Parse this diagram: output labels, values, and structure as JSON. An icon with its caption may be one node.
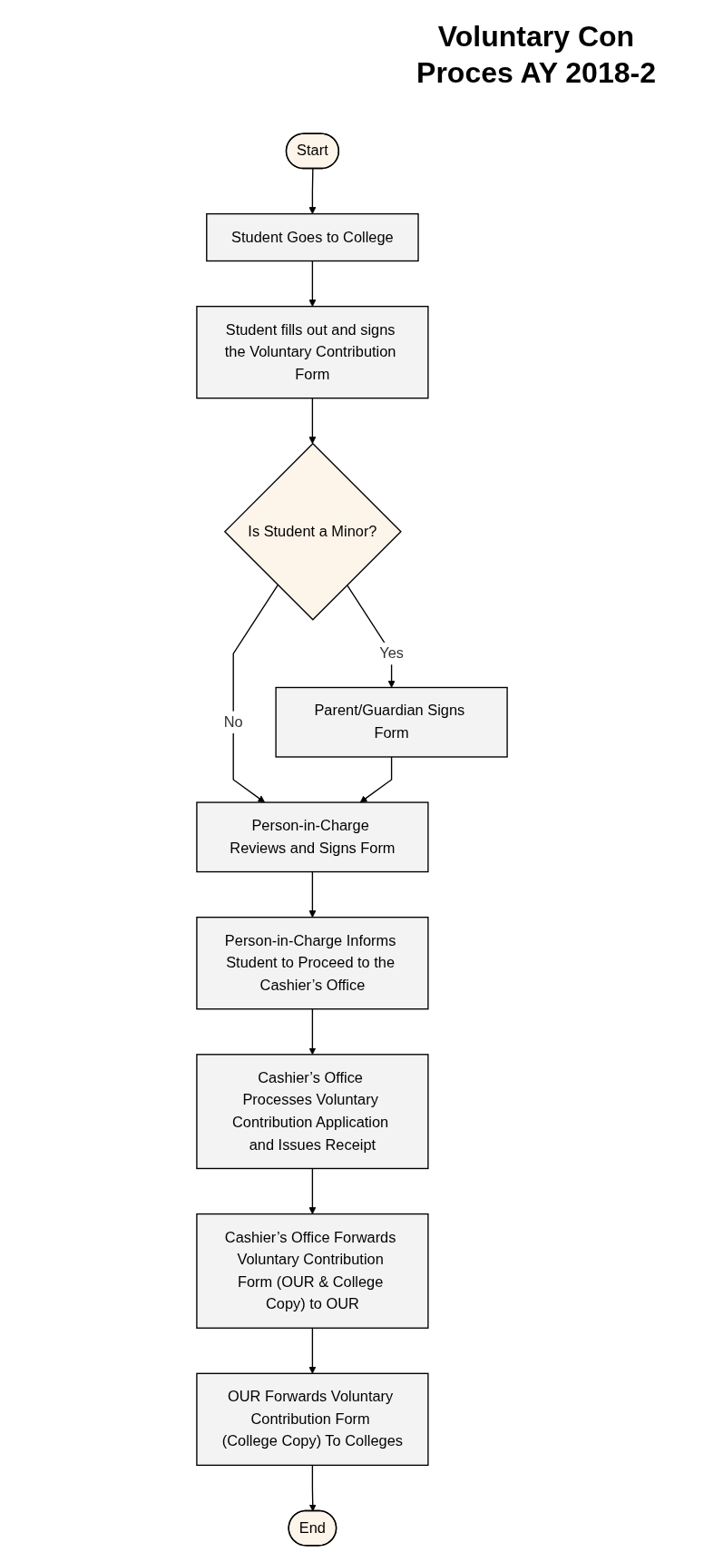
{
  "diagram": {
    "title": "Voluntary Con Proces AY 2018-2",
    "nodes": [
      {
        "text": [
          "Start"
        ]
      },
      {
        "text": [
          "Student Goes to College"
        ]
      },
      {
        "text": [
          "Student fills out and signs the Voluntary Contribution Form"
        ]
      },
      {
        "text": [
          "Is Student a Minor?"
        ]
      },
      {
        "text": [
          "Parent/Guardian Signs Form"
        ]
      },
      {
        "text": [
          "Person-in-Charge Reviews and Signs Form"
        ]
      },
      {
        "text": [
          "Person-in-Charge Informs Student to Proceed to the Cashier’s Office"
        ]
      },
      {
        "text": [
          "Cashier’s Office Processes Voluntary Contribution Application and Issues Receipt"
        ]
      },
      {
        "text": [
          "Cashier’s Office Forwards Voluntary Contribution Form (OUR & College Copy) to OUR"
        ]
      },
      {
        "text": [
          "OUR Forwards Voluntary Contribution Form (College Copy) To Colleges"
        ]
      },
      {
        "text": [
          "End"
        ]
      }
    ],
    "edges": [
      {
        "from": 0,
        "to": 1,
        "arrow": "to"
      },
      {
        "from": 1,
        "to": 2,
        "arrow": "to"
      },
      {
        "from": 2,
        "to": 3,
        "arrow": "to"
      },
      {
        "from": 3,
        "to": 4,
        "label": "Yes",
        "arrow": "to"
      },
      {
        "from": 3,
        "to": 5,
        "label": "No",
        "arrow": "to"
      },
      {
        "from": 4,
        "to": 5,
        "arrow": "to"
      },
      {
        "from": 5,
        "to": 6,
        "arrow": "to"
      },
      {
        "from": 6,
        "to": 7,
        "arrow": "to"
      },
      {
        "from": 7,
        "to": 8,
        "arrow": "to"
      },
      {
        "from": 8,
        "to": 9,
        "arrow": "to"
      },
      {
        "from": 9,
        "to": 10,
        "arrow": "to"
      }
    ]
  }
}
